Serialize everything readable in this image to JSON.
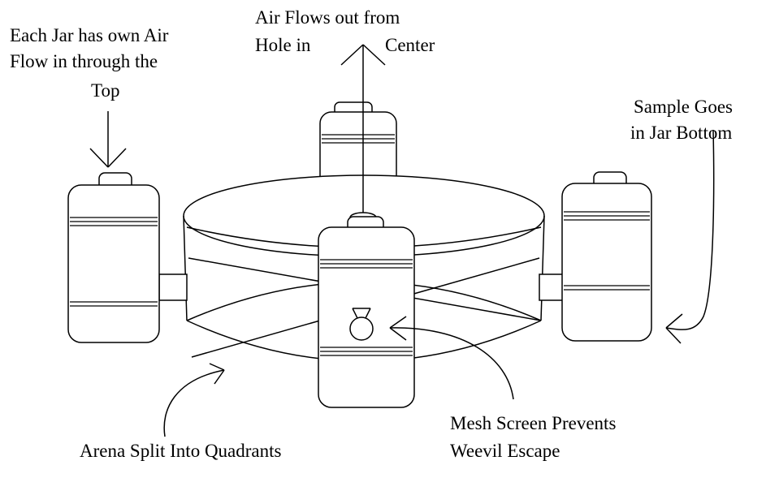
{
  "labels": {
    "jar_air_in": [
      "Each Jar has own Air",
      "Flow in through the",
      "Top"
    ],
    "air_out": [
      "Air Flows out from",
      "Hole in",
      "Center"
    ],
    "sample": [
      "Sample Goes",
      "in Jar Bottom"
    ],
    "mesh": [
      "Mesh Screen Prevents",
      "Weevil Escape"
    ],
    "arena": "Arena Split Into Quadrants"
  },
  "colors": {
    "line": "#000000",
    "background": "#ffffff"
  }
}
